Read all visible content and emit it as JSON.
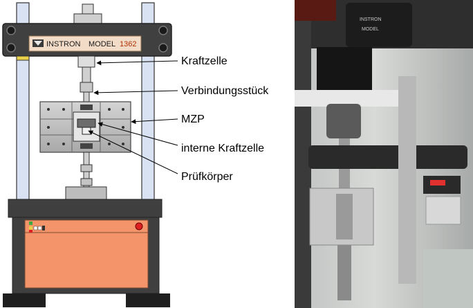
{
  "machine_plate": {
    "brand": "INSTRON",
    "model_label": "MODEL",
    "model_number": "1362"
  },
  "callouts": [
    {
      "id": "load-cell",
      "label": "Kraftzelle"
    },
    {
      "id": "connector",
      "label": "Verbindungsstück"
    },
    {
      "id": "mzp",
      "label": "MZP"
    },
    {
      "id": "internal-load-cell",
      "label": "interne Kraftzelle"
    },
    {
      "id": "specimen",
      "label": "Prüfkörper"
    }
  ],
  "photo_label": {
    "brand": "INSTRON",
    "model_label": "MODEL"
  },
  "colors": {
    "cabinet_orange": "#f4946a",
    "column_blue": "#d9e2f2",
    "crosshead": "#404040",
    "plate_grey": "#bfbfbf",
    "emergency_red": "#e02020",
    "indicator_yellow": "#e8d04a",
    "indicator_green": "#3faa3f"
  }
}
